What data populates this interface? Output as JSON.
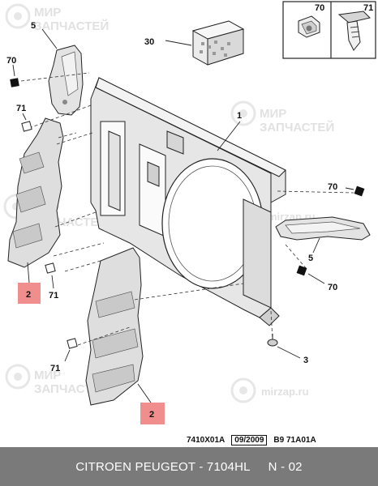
{
  "callouts": {
    "c1": "1",
    "c2a": "2",
    "c2b": "2",
    "c3": "3",
    "c5a": "5",
    "c5b": "5",
    "c30": "30",
    "c70a": "70",
    "c70b": "70",
    "c70c": "70",
    "c70_inset": "70",
    "c71a": "71",
    "c71b": "71",
    "c71c": "71",
    "c71_inset": "71"
  },
  "watermark": {
    "line1": "МИР",
    "line2": "ЗАПЧАСТЕЙ",
    "site": "mirzap.ru"
  },
  "reference": {
    "code": "7410X01A",
    "date": "09/2009",
    "page": "B9 71A01A"
  },
  "caption": {
    "title": "CITROEN PEUGEOT - 7104HL",
    "page_no": "N - 02"
  },
  "colors": {
    "highlight": "#f08d8d",
    "caption_bar": "#7a7a7a",
    "line": "#222222"
  }
}
